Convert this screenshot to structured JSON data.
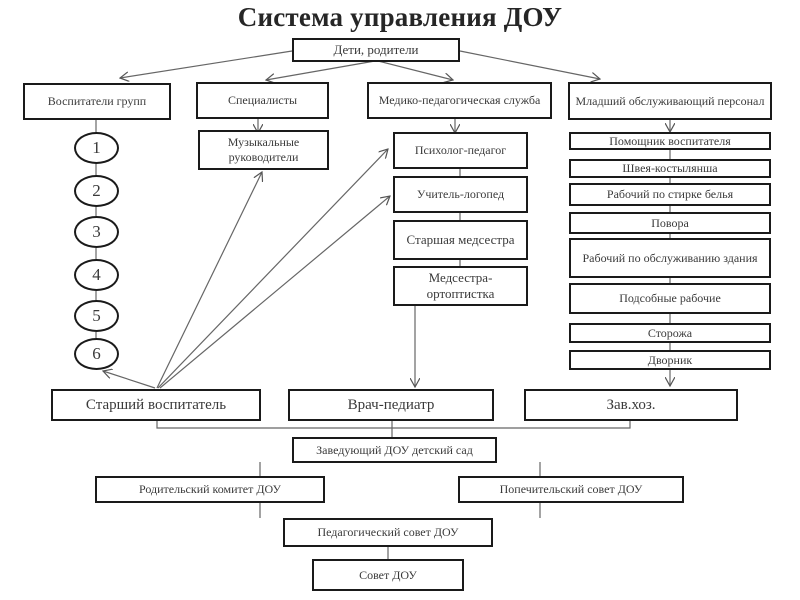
{
  "title": "Система управления ДОУ",
  "colors": {
    "line": "#666666",
    "border": "#1a1a1a",
    "text": "#3a3a3a",
    "background": "#ffffff"
  },
  "nodes": {
    "top": "Дети, родители",
    "teachers_groups": "Воспитатели групп",
    "specialists": "Специалисты",
    "medical_service": "Медико-педагогическая служба",
    "junior_staff": "Младший обслуживающий персонал",
    "music_directors": "Музыкальные руководители",
    "psychologist": "Психолог-педагог",
    "speech_therapist": "Учитель-логопед",
    "senior_nurse": "Старшая медсестра",
    "orthoptic_nurse": "Медсестра-ортоптистка",
    "groups": [
      "1",
      "2",
      "3",
      "4",
      "5",
      "6"
    ],
    "junior_staff_list": [
      "Помощник воспитателя",
      "Швея-костылянша",
      "Рабочий по стирке белья",
      "Повора",
      "Рабочий по обслуживанию здания",
      "Подсобные рабочие",
      "Сторожа",
      "Дворник"
    ],
    "senior_teacher": "Старший воспитатель",
    "pediatrician": "Врач-педиатр",
    "supply_manager": "Зав.хоз.",
    "head": "Заведующий ДОУ детский сад",
    "parent_committee": "Родительский комитет ДОУ",
    "board_of_trustees": "Попечительский совет ДОУ",
    "pedagogical_council": "Педагогический совет ДОУ",
    "council": "Совет ДОУ"
  }
}
